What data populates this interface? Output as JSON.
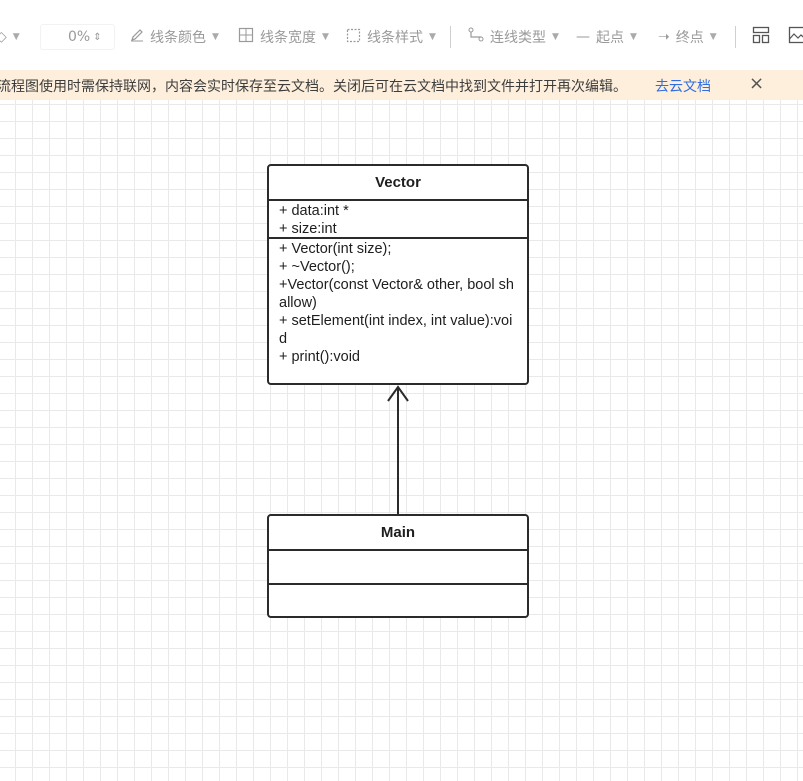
{
  "toolbar": {
    "zoom_value": "0%",
    "line_color": "线条颜色",
    "line_width": "线条宽度",
    "line_style": "线条样式",
    "connector_type": "连线类型",
    "start_point": "起点",
    "end_point": "终点"
  },
  "notice": {
    "message": "流程图使用时需保持联网，内容会实时保存至云文档。关闭后可在云文档中找到文件并打开再次编辑。",
    "link": "去云文档",
    "close": "×"
  },
  "diagram": {
    "vector": {
      "title": "Vector",
      "attributes": [
        "+ data:int *",
        "+ size:int"
      ],
      "methods": [
        "+ Vector(int size);",
        "+ ~Vector();",
        "+Vector(const Vector& other, bool shallow)",
        "+ setElement(int index, int value):void",
        "+ print():void"
      ]
    },
    "main": {
      "title": "Main"
    }
  }
}
